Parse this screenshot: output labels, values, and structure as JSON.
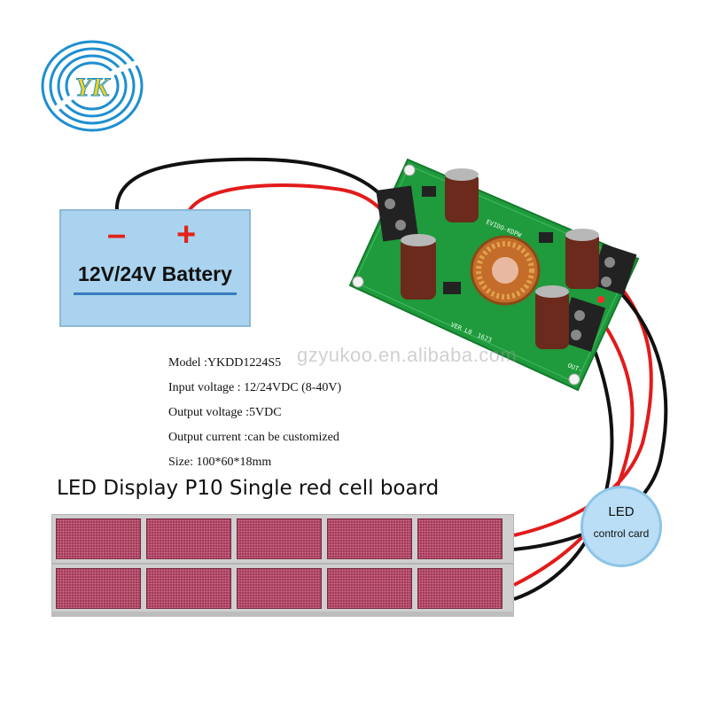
{
  "logo": {
    "text": "YK",
    "icon": "yk-logo-icon"
  },
  "battery": {
    "minus_sign": "–",
    "plus_sign": "+",
    "label": "12V/24V Battery"
  },
  "module": {
    "board_text": "EVIDO-KDPW",
    "silk_left": "VER L0",
    "silk_right": "1623",
    "silk_out": "OUT-"
  },
  "watermark": "gzyukoo.en.alibaba.com",
  "specs": [
    "Model :YKDD1224S5",
    "Input voltage : 12/24VDC (8-40V)",
    "Output voltage :5VDC",
    "Output current :can be customized",
    "Size: 100*60*18mm"
  ],
  "led_display": {
    "title": "LED Display  P10 Single red cell board",
    "rows": 2,
    "cells_per_row": 5
  },
  "control_card": {
    "line1": "LED",
    "line2": "control card"
  },
  "colors": {
    "battery_fill": "#a9d3ee",
    "battery_sign": "#e2231a",
    "pcb_green": "#1f9a3c",
    "wire_red": "#e21b1b",
    "wire_black": "#111111",
    "led_cell": "#9c3a58",
    "control_card_fill": "#b9def5",
    "logo_blue": "#1e8fd0"
  }
}
